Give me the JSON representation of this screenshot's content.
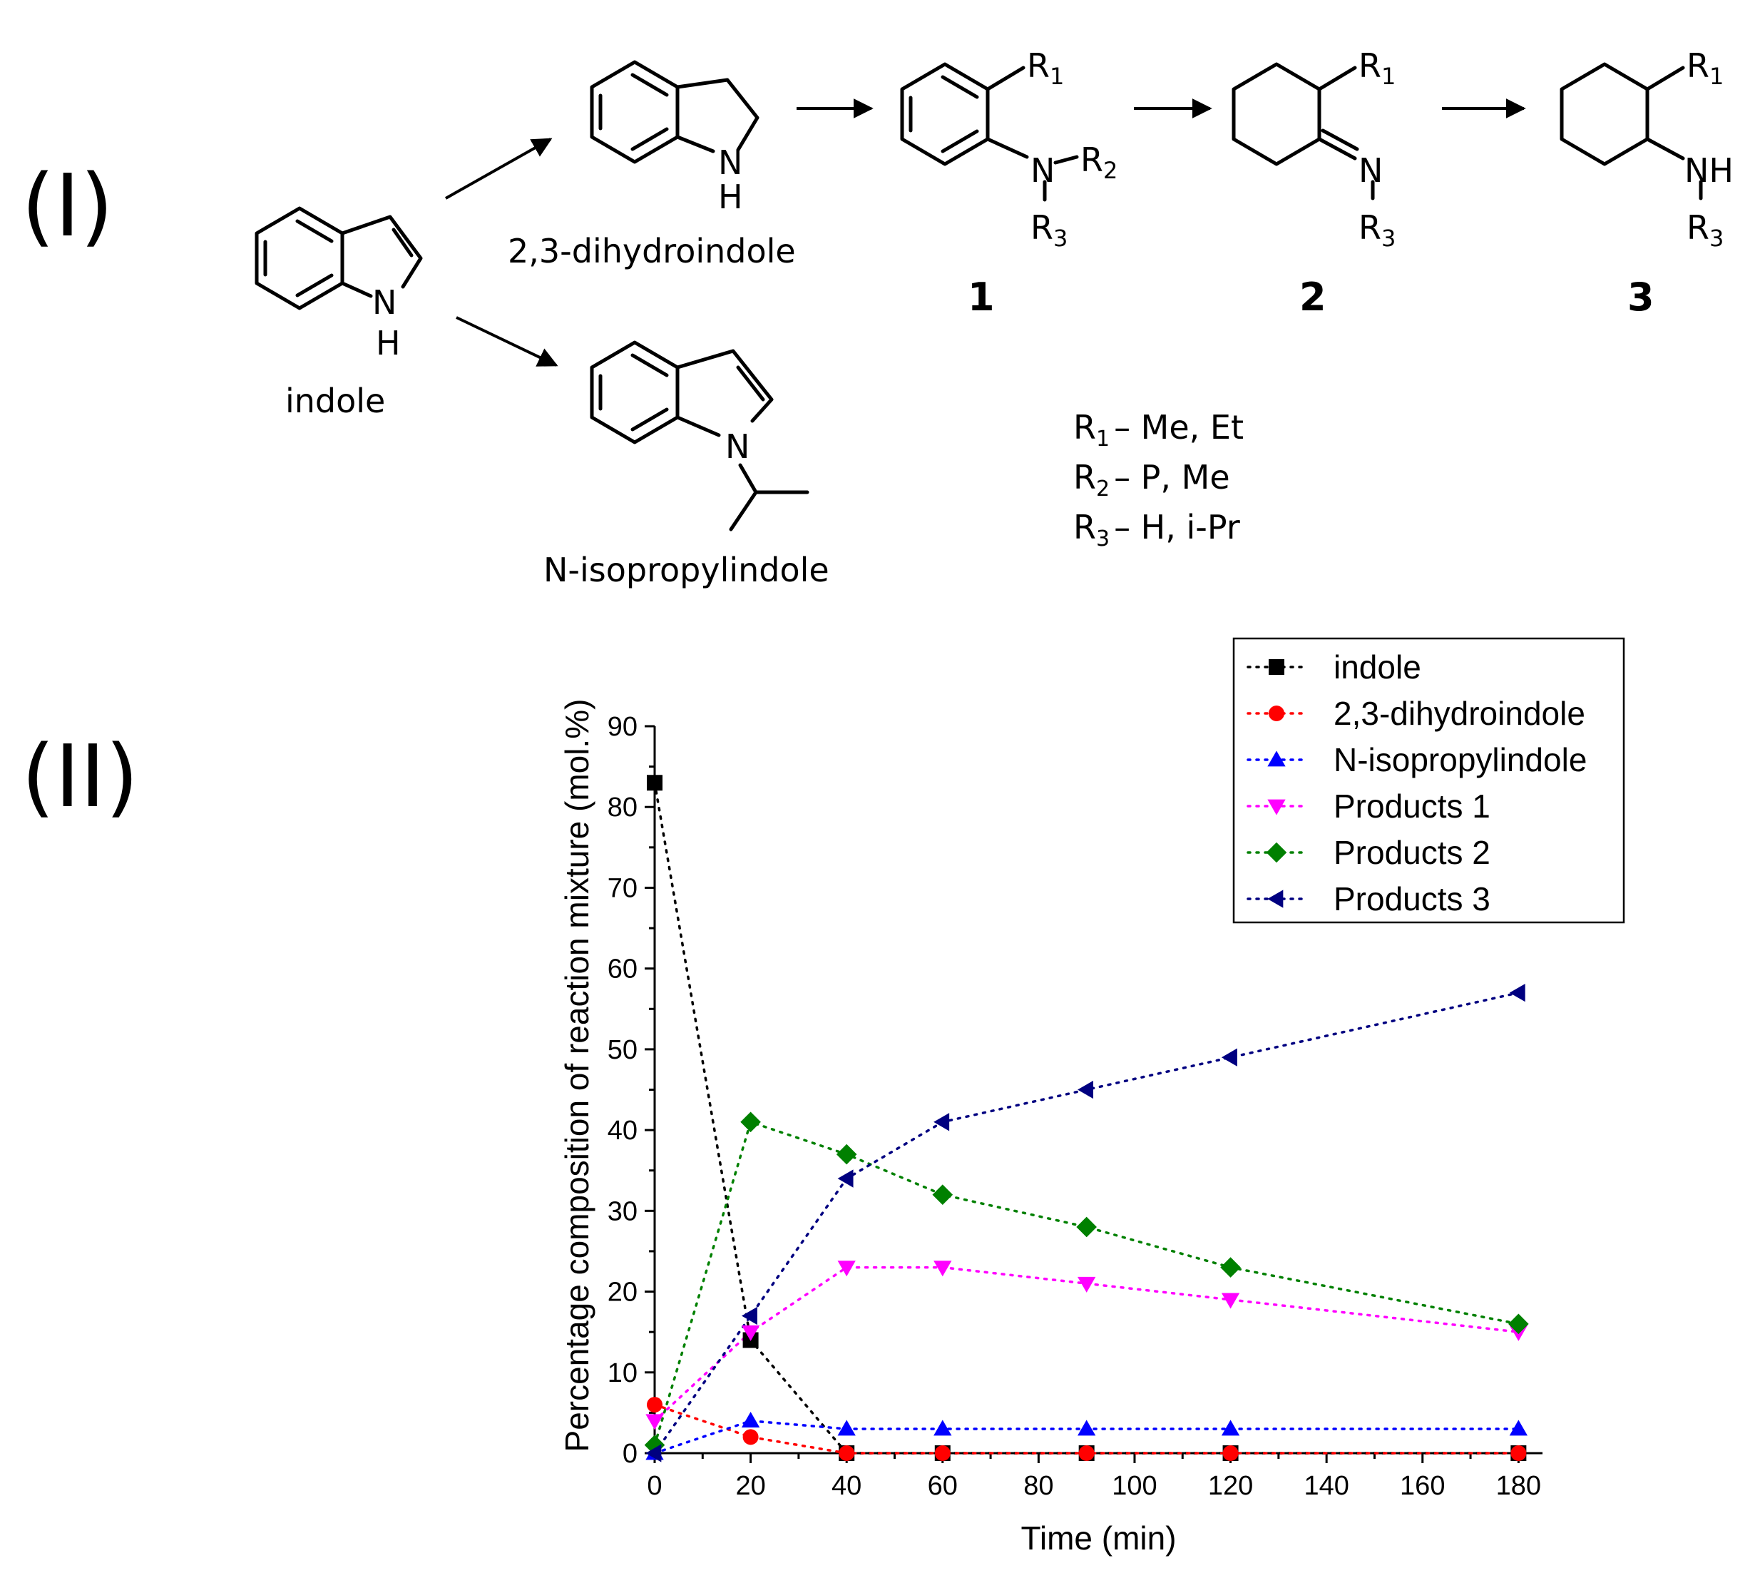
{
  "panels": {
    "I": "(I)",
    "II": "(II)"
  },
  "scheme": {
    "indole": "indole",
    "dihydroindole": "2,3-dihydroindole",
    "isopropylindole": "N-isopropylindole",
    "compound_numbers": [
      "1",
      "2",
      "3"
    ],
    "atoms": {
      "N": "N",
      "H": "H",
      "NH": "NH",
      "R1": "R",
      "R2": "R",
      "R3": "R",
      "sub1": "1",
      "sub2": "2",
      "sub3": "3"
    },
    "substituents": [
      {
        "r": "R",
        "sub": "1",
        "text": "– Me, Et"
      },
      {
        "r": "R",
        "sub": "2",
        "text": "– P, Me"
      },
      {
        "r": "R",
        "sub": "3",
        "text": "– H, i-Pr"
      }
    ]
  },
  "chart_data": {
    "type": "line",
    "xlabel": "Time (min)",
    "ylabel": "Percentage composition of reaction mixture (mol.%)",
    "xlim": [
      0,
      185
    ],
    "ylim": [
      0,
      90
    ],
    "xticks": [
      0,
      20,
      40,
      60,
      80,
      100,
      120,
      140,
      160,
      180
    ],
    "yticks": [
      0,
      10,
      20,
      30,
      40,
      50,
      60,
      70,
      80,
      90
    ],
    "legend_position": "top-right",
    "x": [
      0,
      20,
      40,
      60,
      90,
      120,
      180
    ],
    "series": [
      {
        "name": "indole",
        "color": "#000000",
        "marker": "square",
        "values": [
          83,
          14,
          0,
          0,
          0,
          0,
          0
        ]
      },
      {
        "name": "2,3-dihydroindole",
        "color": "#ff0000",
        "marker": "circle",
        "values": [
          6,
          2,
          0,
          0,
          0,
          0,
          0
        ]
      },
      {
        "name": "N-isopropylindole",
        "color": "#0000ff",
        "marker": "triangle-up",
        "values": [
          0,
          4,
          3,
          3,
          3,
          3,
          3
        ]
      },
      {
        "name": "Products 1",
        "color": "#ff00ff",
        "marker": "triangle-down",
        "values": [
          4,
          15,
          23,
          23,
          21,
          19,
          15
        ]
      },
      {
        "name": "Products 2",
        "color": "#008000",
        "marker": "diamond",
        "values": [
          1,
          41,
          37,
          32,
          28,
          23,
          16
        ]
      },
      {
        "name": "Products 3",
        "color": "#000080",
        "marker": "triangle-left",
        "values": [
          0,
          17,
          34,
          41,
          45,
          49,
          57
        ]
      }
    ]
  }
}
